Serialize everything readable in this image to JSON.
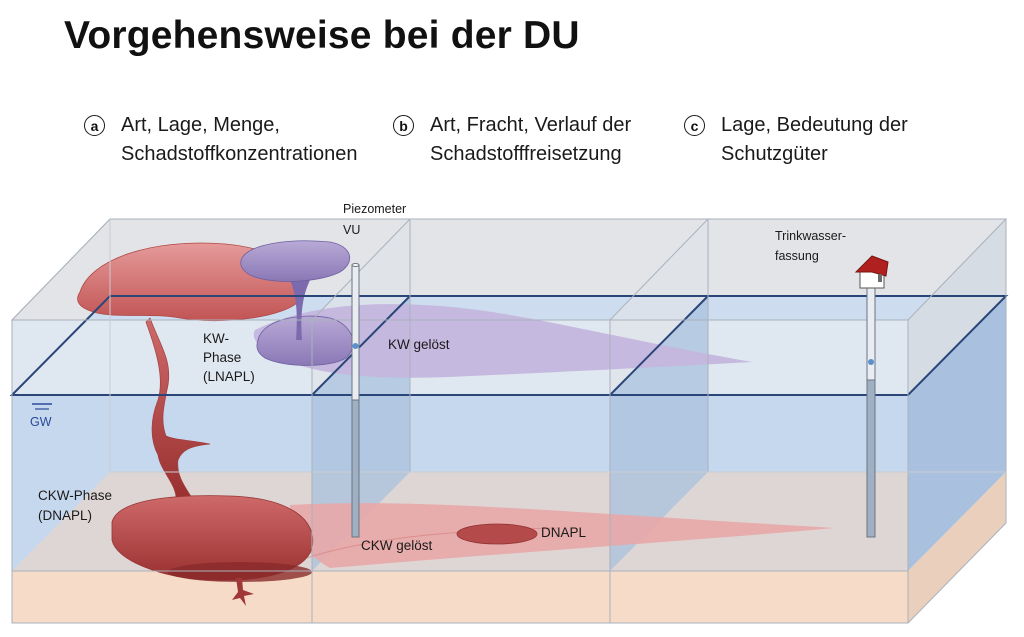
{
  "title": "Vorgehensweise bei der DU",
  "items": [
    {
      "badge": "a",
      "line1": "Art, Lage, Menge,",
      "line2": "Schadstoffkonzentrationen"
    },
    {
      "badge": "b",
      "line1": "Art, Fracht, Verlauf der",
      "line2": "Schadstofffreisetzung"
    },
    {
      "badge": "c",
      "line1": "Lage, Bedeutung der",
      "line2": "Schutzgüter"
    }
  ],
  "diagram": {
    "piezometer": {
      "line1": "Piezometer",
      "line2": "VU"
    },
    "trinkwasser": {
      "line1": "Trinkwasser-",
      "line2": "fassung"
    },
    "kw_phase": {
      "line1": "KW-",
      "line2": "Phase",
      "line3": "(LNAPL)"
    },
    "kw_geloest": "KW gelöst",
    "gw": "GW",
    "ckw_phase": {
      "line1": "CKW-Phase",
      "line2": "(DNAPL)"
    },
    "ckw_geloest": "CKW gelöst",
    "dnapl": "DNAPL",
    "colors": {
      "lnapl": "#9a88c4",
      "dnapl": "#c95a5a",
      "groundwater": "#c6d8ee",
      "unsaturated": "#dde6ef",
      "aquitard": "#f6dcc8",
      "water_table_line": "#2a4678"
    }
  }
}
